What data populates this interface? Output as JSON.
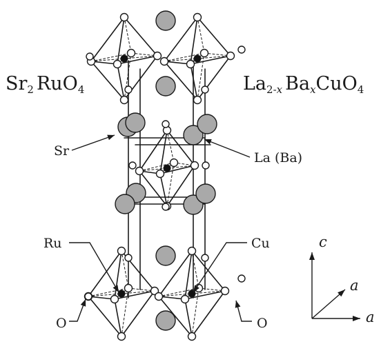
{
  "formula_left": {
    "a": "Sr",
    "s1": "2",
    "b": "RuO",
    "s2": "4"
  },
  "formula_right": {
    "a": "La",
    "s1": "2-",
    "s1v": "x",
    "b": "Ba",
    "s2v": "x",
    "c": "CuO",
    "s3": "4"
  },
  "site_labels": {
    "sr": "Sr",
    "la_ba": "La (Ba)",
    "ru": "Ru",
    "cu": "Cu",
    "o_left": "O",
    "o_right": "O"
  },
  "axes": {
    "c": "c",
    "a_oblique": "a",
    "a_horizontal": "a"
  },
  "colors": {
    "ink": "#1a1a1a",
    "cation_fill": "#a9a9a9",
    "oxygen_fill": "#ffffff",
    "metal_fill": "#111111"
  }
}
